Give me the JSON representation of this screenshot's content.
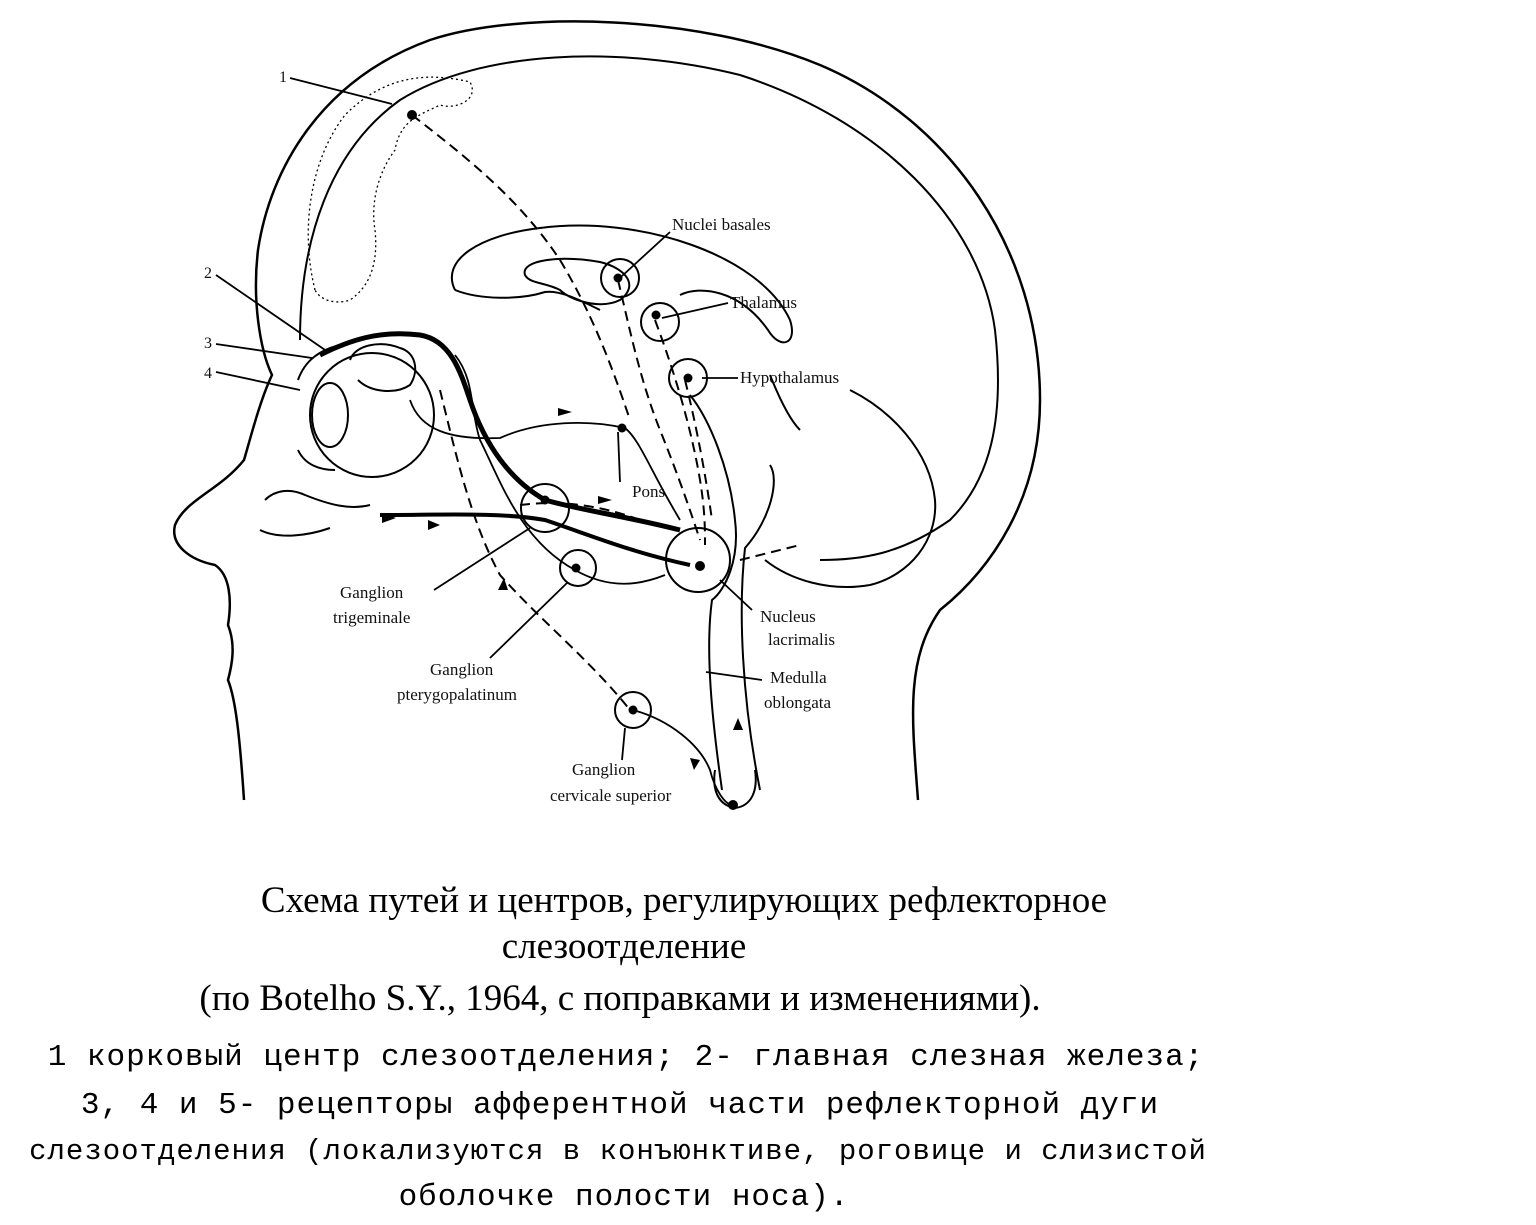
{
  "diagram": {
    "callout_numbers": [
      "1",
      "2",
      "3",
      "4"
    ],
    "labels": {
      "nuclei_basales": "Nuclei basales",
      "thalamus": "Thalamus",
      "hypothalamus": "Hypothalamus",
      "pons": "Pons",
      "ganglion_trigeminale": [
        "Ganglion",
        "trigeminale"
      ],
      "nucleus_lacrimalis": [
        "Nucleus",
        "lacrimalis"
      ],
      "ganglion_pterygopalatinum": [
        "Ganglion",
        "pterygopalatinum"
      ],
      "medulla_oblongata": [
        "Medulla",
        "oblongata"
      ],
      "ganglion_cervicale_superior": [
        "Ganglion",
        "cervicale superior"
      ]
    }
  },
  "caption": {
    "title_lines": [
      "Схема путей и центров, регулирующих рефлекторное",
      "слезоотделение",
      "(по Botelho S.Y., 1964, с поправками и изменениями)."
    ],
    "legend_lines": [
      "1  корковый центр слезоотделения; 2- главная слезная железа;",
      "3, 4 и 5- рецепторы афферентной части рефлекторной дуги",
      "слезоотделения (локализуются в конъюнктиве, роговице и слизистой",
      "оболочке полости носа)."
    ]
  }
}
